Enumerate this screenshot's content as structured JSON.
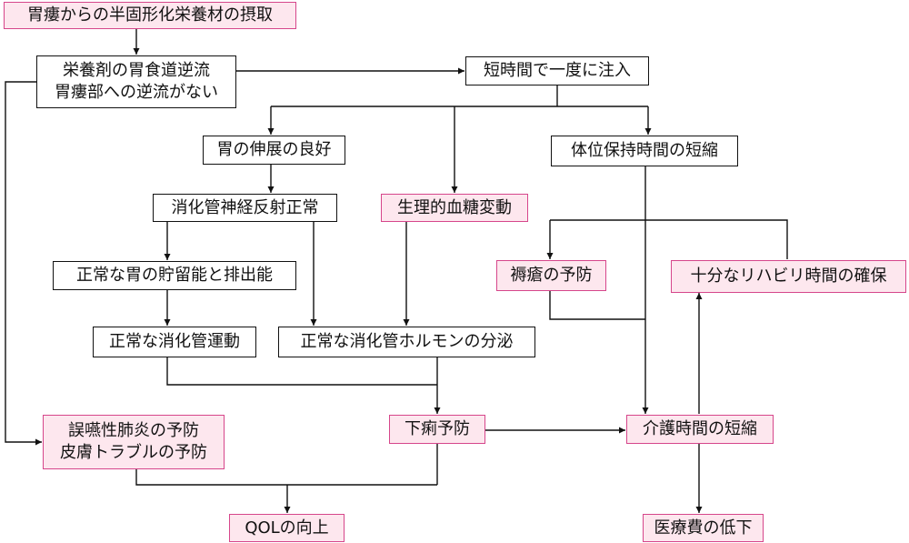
{
  "colors": {
    "line": "#111111",
    "highlight_fill": "#fde7ee",
    "highlight_border": "#d6468b"
  },
  "nodes": {
    "gastrostomy": "胃瘻からの半固形化栄養材の摂取",
    "no_reflux_1": "栄養剤の胃食道逆流",
    "no_reflux_2": "胃瘻部への逆流がない",
    "short_injection": "短時間で一度に注入",
    "stomach_distension": "胃の伸展の良好",
    "posture_time": "体位保持時間の短縮",
    "nerve_reflex": "消化管神経反射正常",
    "glucose": "生理的血糖変動",
    "bedsore": "褥瘡の予防",
    "rehab_time": "十分なリハビリ時間の確保",
    "gastric_storage": "正常な胃の貯留能と排出能",
    "gi_motility": "正常な消化管運動",
    "gi_hormone": "正常な消化管ホルモンの分泌",
    "pneumonia_1": "誤嚥性肺炎の予防",
    "pneumonia_2": "皮膚トラブルの予防",
    "diarrhea": "下痢予防",
    "care_time": "介護時間の短縮",
    "qol": "QOLの向上",
    "medical_cost": "医療費の低下"
  }
}
